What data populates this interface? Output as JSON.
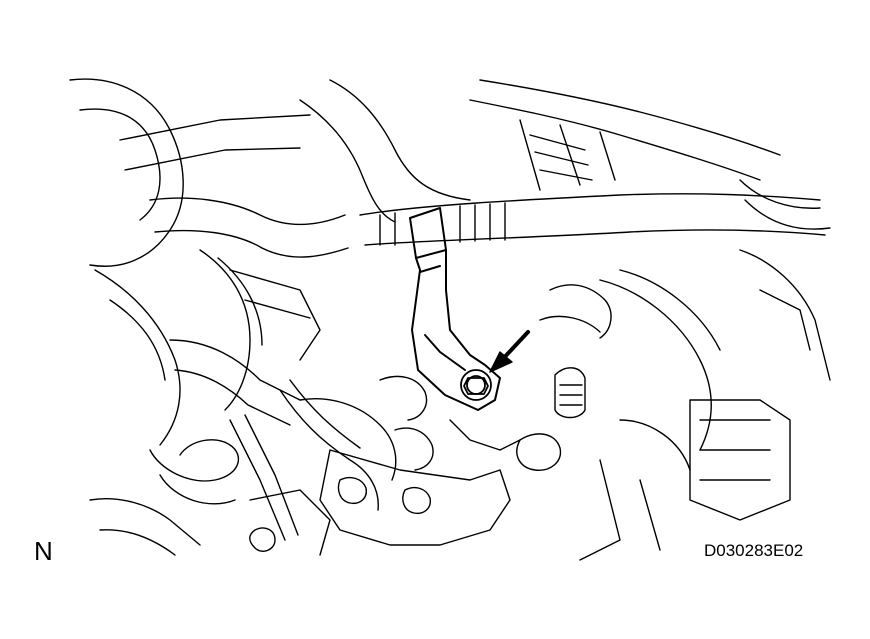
{
  "figure": {
    "view_marker": "N",
    "figure_id": "D030283E02",
    "callout": "arrow-pointing-to-bolt"
  },
  "colors": {
    "line": "#000000",
    "background": "#ffffff"
  }
}
